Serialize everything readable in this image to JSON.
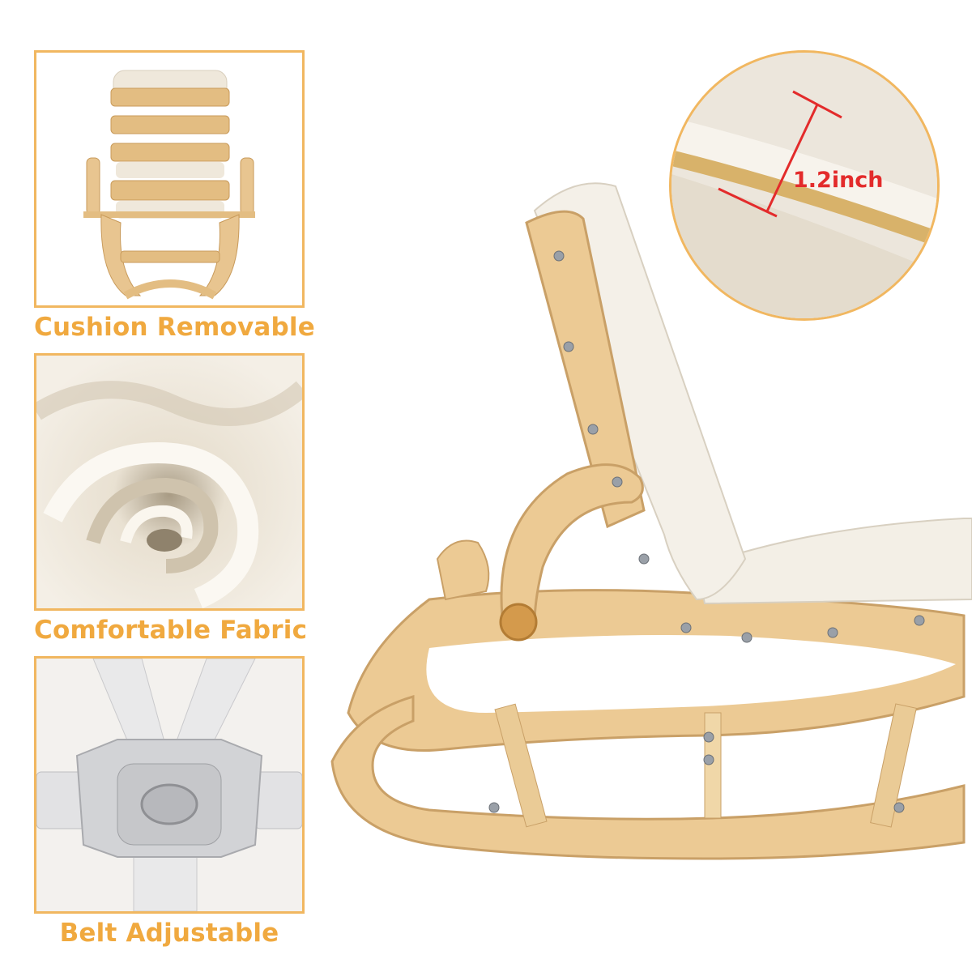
{
  "features": [
    {
      "caption": "Cushion Removable"
    },
    {
      "caption": "Comfortable Fabric"
    },
    {
      "caption": "Belt Adjustable"
    }
  ],
  "detail": {
    "measurement": "1.2inch"
  }
}
